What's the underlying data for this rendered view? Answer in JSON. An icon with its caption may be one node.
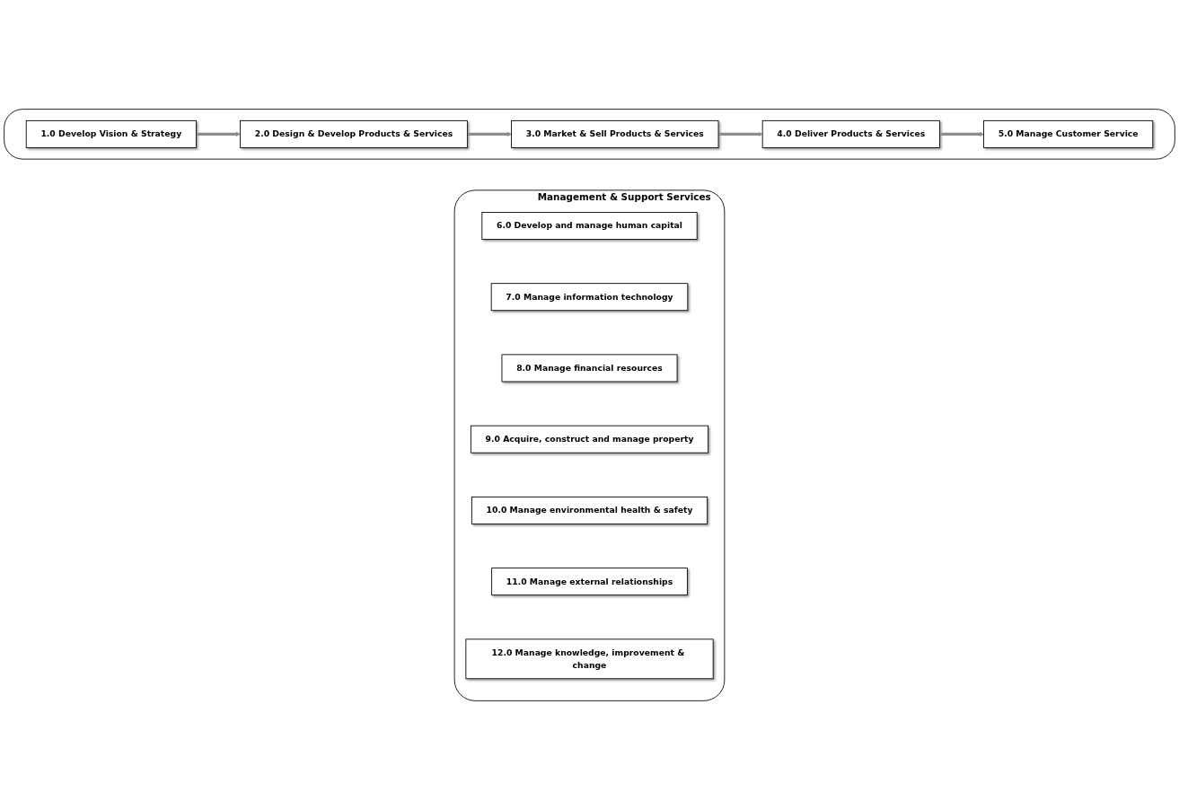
{
  "diagram": {
    "nodes": [
      {
        "text": [],
        "shape": "box"
      },
      {
        "text": [
          "1.0 Develop Vision & Strategy"
        ],
        "in": 0
      },
      {
        "text": [
          "2.0 Design & Develop Products & Services"
        ],
        "in": 0
      },
      {
        "text": [
          "3.0 Market & Sell Products & Services"
        ],
        "in": 0
      },
      {
        "text": [
          "4.0 Deliver Products & Services"
        ],
        "in": 0
      },
      {
        "text": [
          "5.0 Manage Customer Service"
        ],
        "in": 0
      },
      {
        "text": [
          "Management & Support Services"
        ]
      },
      {
        "text": [
          "6.0 Develop and manage human capital"
        ],
        "in": 6
      },
      {
        "text": [
          "7.0 Manage information technology"
        ],
        "in": 6
      },
      {
        "text": [
          "8.0 Manage financial resources"
        ],
        "in": 6
      },
      {
        "text": [
          "9.0 Acquire, construct and manage property"
        ],
        "in": 6
      },
      {
        "text": [
          "10.0 Manage environmental health & safety"
        ],
        "in": 6
      },
      {
        "text": [
          "11.0 Manage external relationships"
        ],
        "in": 6
      },
      {
        "text": [
          "12.0 Manage knowledge, improvement & change"
        ],
        "in": 6
      }
    ],
    "edges": [
      {
        "from": 1,
        "to": 2,
        "arrow": "to"
      },
      {
        "from": 2,
        "to": 3,
        "arrow": "to"
      },
      {
        "from": 3,
        "to": 4,
        "arrow": "to"
      },
      {
        "from": 4,
        "to": 5,
        "arrow": "to"
      }
    ]
  }
}
